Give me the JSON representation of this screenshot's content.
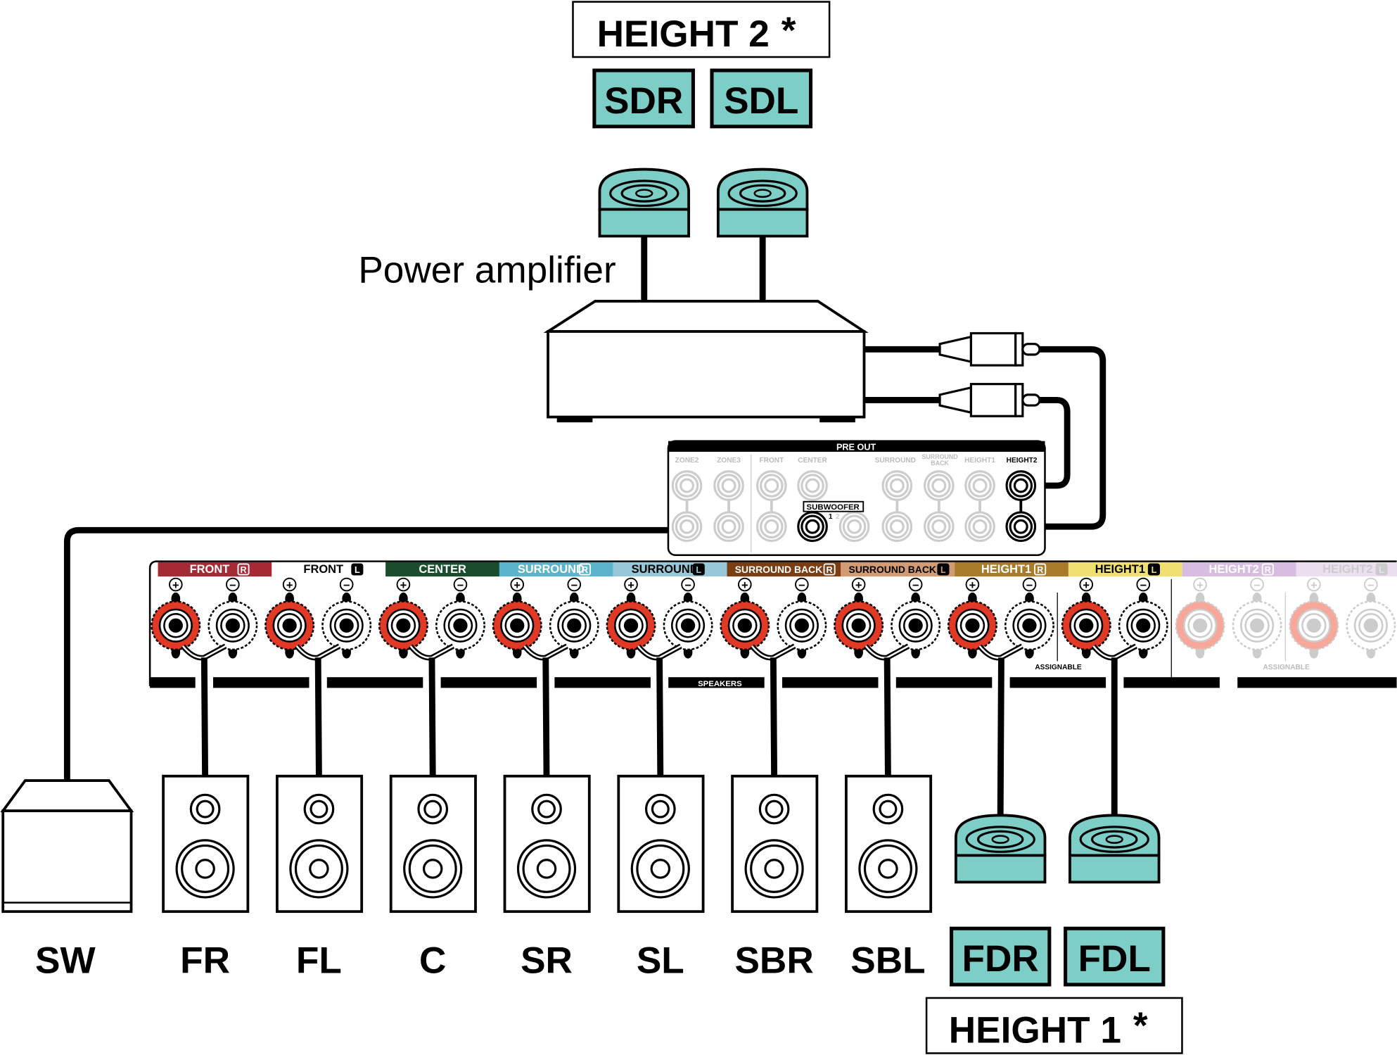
{
  "height2_label": "HEIGHT 2",
  "height1_label": "HEIGHT 1",
  "asterisk": "*",
  "power_amplifier": "Power amplifier",
  "top_speakers": [
    "SDR",
    "SDL"
  ],
  "bottom_speakers": [
    "FR",
    "FL",
    "C",
    "SR",
    "SL",
    "SBR",
    "SBL"
  ],
  "height1_speakers": [
    "FDR",
    "FDL"
  ],
  "subwoofer_label": "SW",
  "pre_out": {
    "title": "PRE OUT",
    "labels": [
      "ZONE2",
      "ZONE3",
      "FRONT",
      "CENTER",
      "SURROUND",
      "SURROUND",
      "BACK",
      "HEIGHT1",
      "HEIGHT2"
    ],
    "subwoofer": "SUBWOOFER",
    "sub_numbers": [
      "1",
      "2"
    ]
  },
  "speaker_terminals": {
    "channels": [
      {
        "label": "FRONT",
        "side": "R",
        "color": "#a52a35",
        "text": "#ffffff",
        "active": true
      },
      {
        "label": "FRONT",
        "side": "L",
        "color": "#ffffff",
        "text": "#000000",
        "active": true
      },
      {
        "label": "CENTER",
        "side": "",
        "color": "#1a4d2e",
        "text": "#ffffff",
        "active": true
      },
      {
        "label": "SURROUND",
        "side": "R",
        "color": "#5bb4cc",
        "text": "#ffffff",
        "active": true
      },
      {
        "label": "SURROUND",
        "side": "L",
        "color": "#96c8d8",
        "text": "#000000",
        "active": true
      },
      {
        "label": "SURROUND BACK",
        "side": "R",
        "color": "#7a3e12",
        "text": "#ffffff",
        "active": true
      },
      {
        "label": "SURROUND BACK",
        "side": "L",
        "color": "#d39b73",
        "text": "#000000",
        "active": true
      },
      {
        "label": "HEIGHT1",
        "side": "R",
        "color": "#a87c2a",
        "text": "#ffffff",
        "active": true
      },
      {
        "label": "HEIGHT1",
        "side": "L",
        "color": "#efe070",
        "text": "#000000",
        "active": true
      },
      {
        "label": "HEIGHT2",
        "side": "R",
        "color": "#d7bde0",
        "text": "#ffffff",
        "active": false
      },
      {
        "label": "HEIGHT2",
        "side": "L",
        "color": "#ebdff0",
        "text": "#cccccc",
        "active": false
      }
    ],
    "plus": "+",
    "minus": "−",
    "speakers_label": "SPEAKERS",
    "assignable": "ASSIGNABLE"
  },
  "colors": {
    "teal": "#7ecec8",
    "terminal_red": "#e03a26"
  }
}
